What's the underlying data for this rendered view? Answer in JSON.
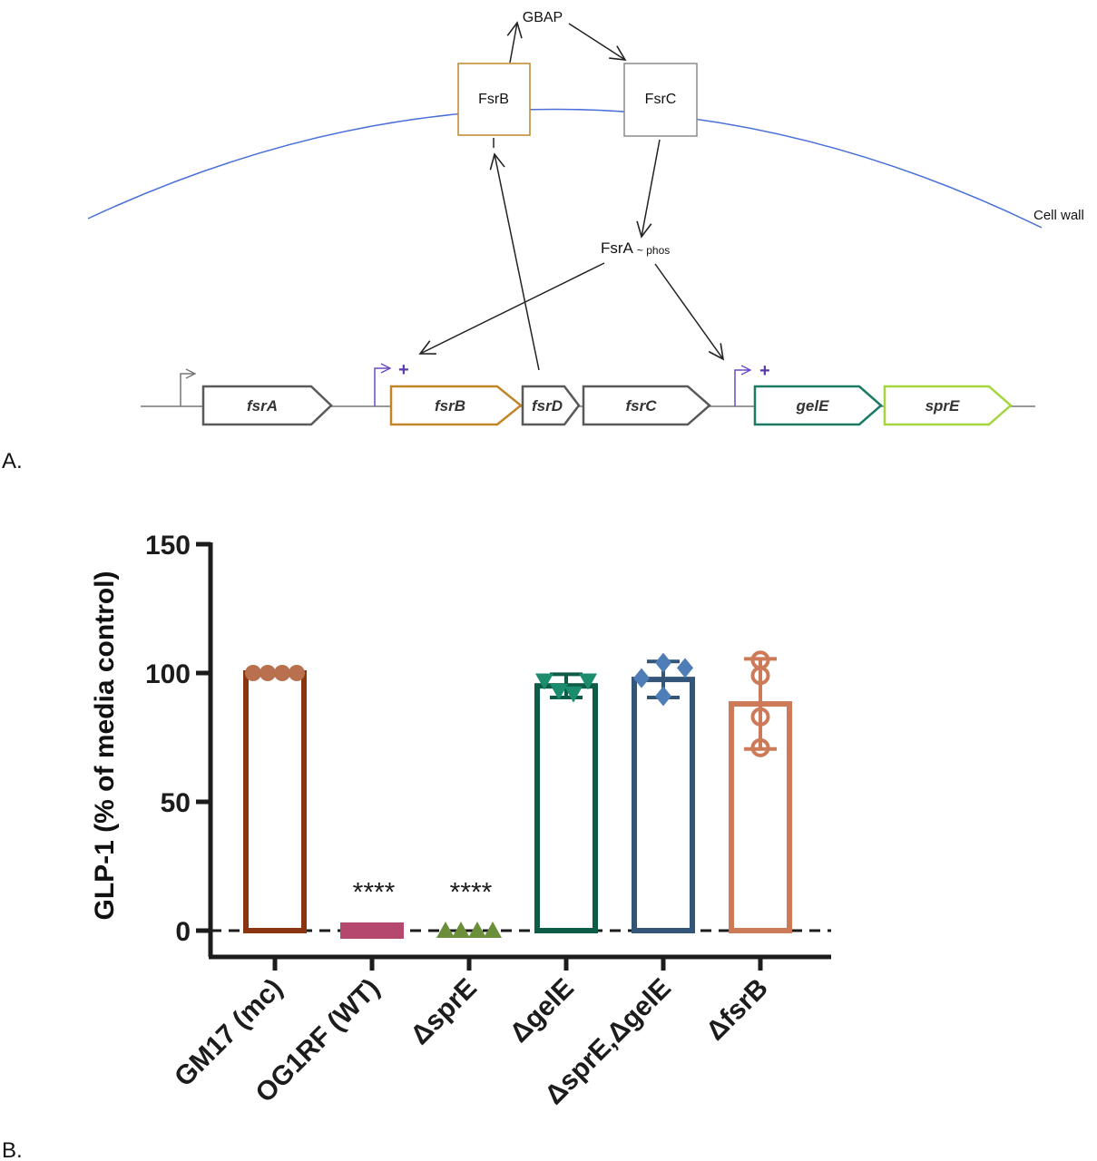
{
  "panel_a": {
    "panel_label": "A.",
    "nodes": {
      "gbap": "GBAP",
      "fsrb_protein": "FsrB",
      "fsrc_protein": "FsrC",
      "fsra_main": "FsrA",
      "fsra_sub": "~ phos",
      "cell_wall": "Cell wall"
    },
    "genes": [
      {
        "label": "fsrA",
        "color": "#595959"
      },
      {
        "label": "fsrB",
        "color": "#c1852a"
      },
      {
        "label": "fsrD",
        "color": "#595959"
      },
      {
        "label": "fsrC",
        "color": "#595959"
      },
      {
        "label": "gelE",
        "color": "#1a7a63"
      },
      {
        "label": "sprE",
        "color": "#a5d63f"
      }
    ],
    "promoter_plus": "+",
    "colors": {
      "membrane": "#4a6fd8",
      "fsrb_box": "#c1852a",
      "fsrc_box": "#8c8c8c",
      "promoter_active": "#6a4bc7",
      "arrow": "#222222"
    }
  },
  "panel_b": {
    "panel_label": "B.",
    "chart_data": {
      "type": "bar",
      "ylabel": "GLP-1 (% of media control)",
      "ylim": [
        0,
        150
      ],
      "yticks": [
        "0",
        "50",
        "100",
        "150"
      ],
      "reference_line": 0,
      "categories": [
        "GM17 (mc)",
        "OG1RF (WT)",
        "ΔsprE",
        "ΔgelE",
        "ΔsprE,ΔgelE",
        "ΔfsrB"
      ],
      "bars": [
        {
          "mean": 100,
          "sd": 0,
          "points": [
            100,
            100,
            100,
            100
          ],
          "marker": "circle",
          "color": "#8b3510",
          "point_color": "#b8704f",
          "annotation": ""
        },
        {
          "mean": 0,
          "sd": 0,
          "points": [
            0,
            0,
            0,
            0
          ],
          "marker": "square",
          "color": "#b5486e",
          "point_color": "#b5486e",
          "annotation": "****"
        },
        {
          "mean": 0,
          "sd": 0,
          "points": [
            0,
            0,
            0,
            0
          ],
          "marker": "triangle-up",
          "color": "#6b8e3a",
          "point_color": "#6b8e3a",
          "annotation": "****"
        },
        {
          "mean": 95,
          "sd": 4.5,
          "points": [
            97,
            93,
            92,
            97
          ],
          "marker": "triangle-down",
          "color": "#0d5c48",
          "point_color": "#1b8c6e",
          "annotation": ""
        },
        {
          "mean": 97.5,
          "sd": 7,
          "points": [
            104,
            98,
            102,
            91
          ],
          "marker": "diamond",
          "color": "#33557a",
          "point_color": "#4f7db8",
          "annotation": ""
        },
        {
          "mean": 88,
          "sd": 17.5,
          "points": [
            105,
            99,
            83,
            71
          ],
          "marker": "circle-open",
          "color": "#cc7a58",
          "point_color": "#cc7a58",
          "annotation": ""
        }
      ]
    }
  }
}
